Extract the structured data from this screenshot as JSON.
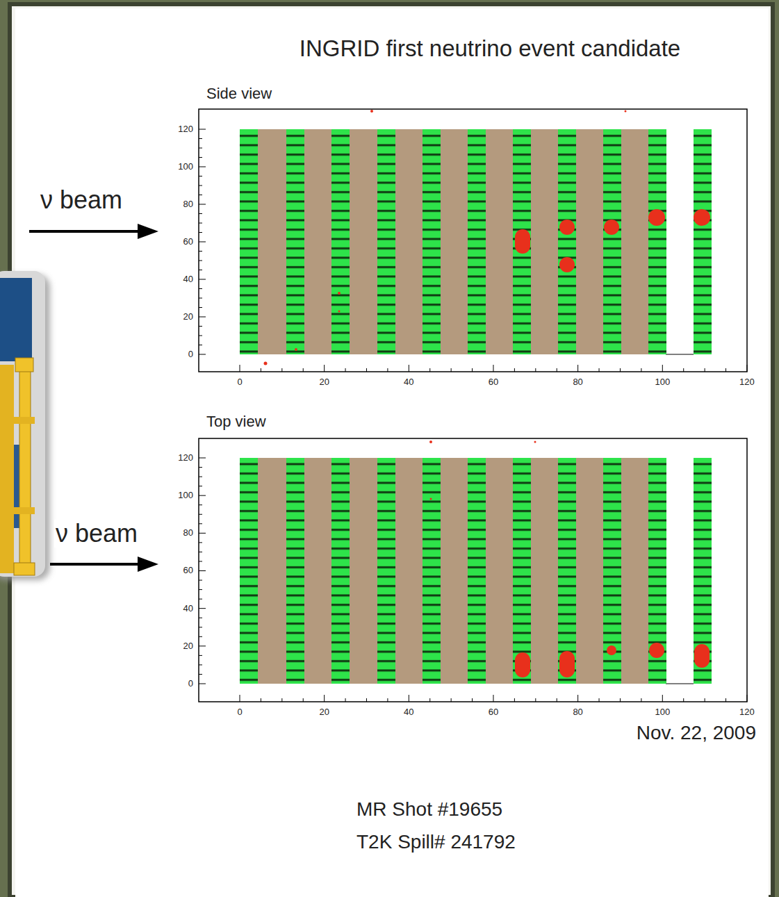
{
  "diagram": {
    "title": "INGRID first neutrino event candidate",
    "labels": [
      "Side view",
      "0",
      "20",
      "40",
      "60",
      "80",
      "100",
      "120",
      "0",
      "20",
      "40",
      "60",
      "80",
      "100",
      "120",
      "ν beam",
      "Top view",
      "0",
      "20",
      "40",
      "60",
      "80",
      "100",
      "120",
      "0",
      "20",
      "40",
      "60",
      "80",
      "100",
      "120",
      "ν beam",
      "Nov. 22, 2009",
      "MR Shot #19655",
      "T2K Spill# 241792"
    ]
  }
}
